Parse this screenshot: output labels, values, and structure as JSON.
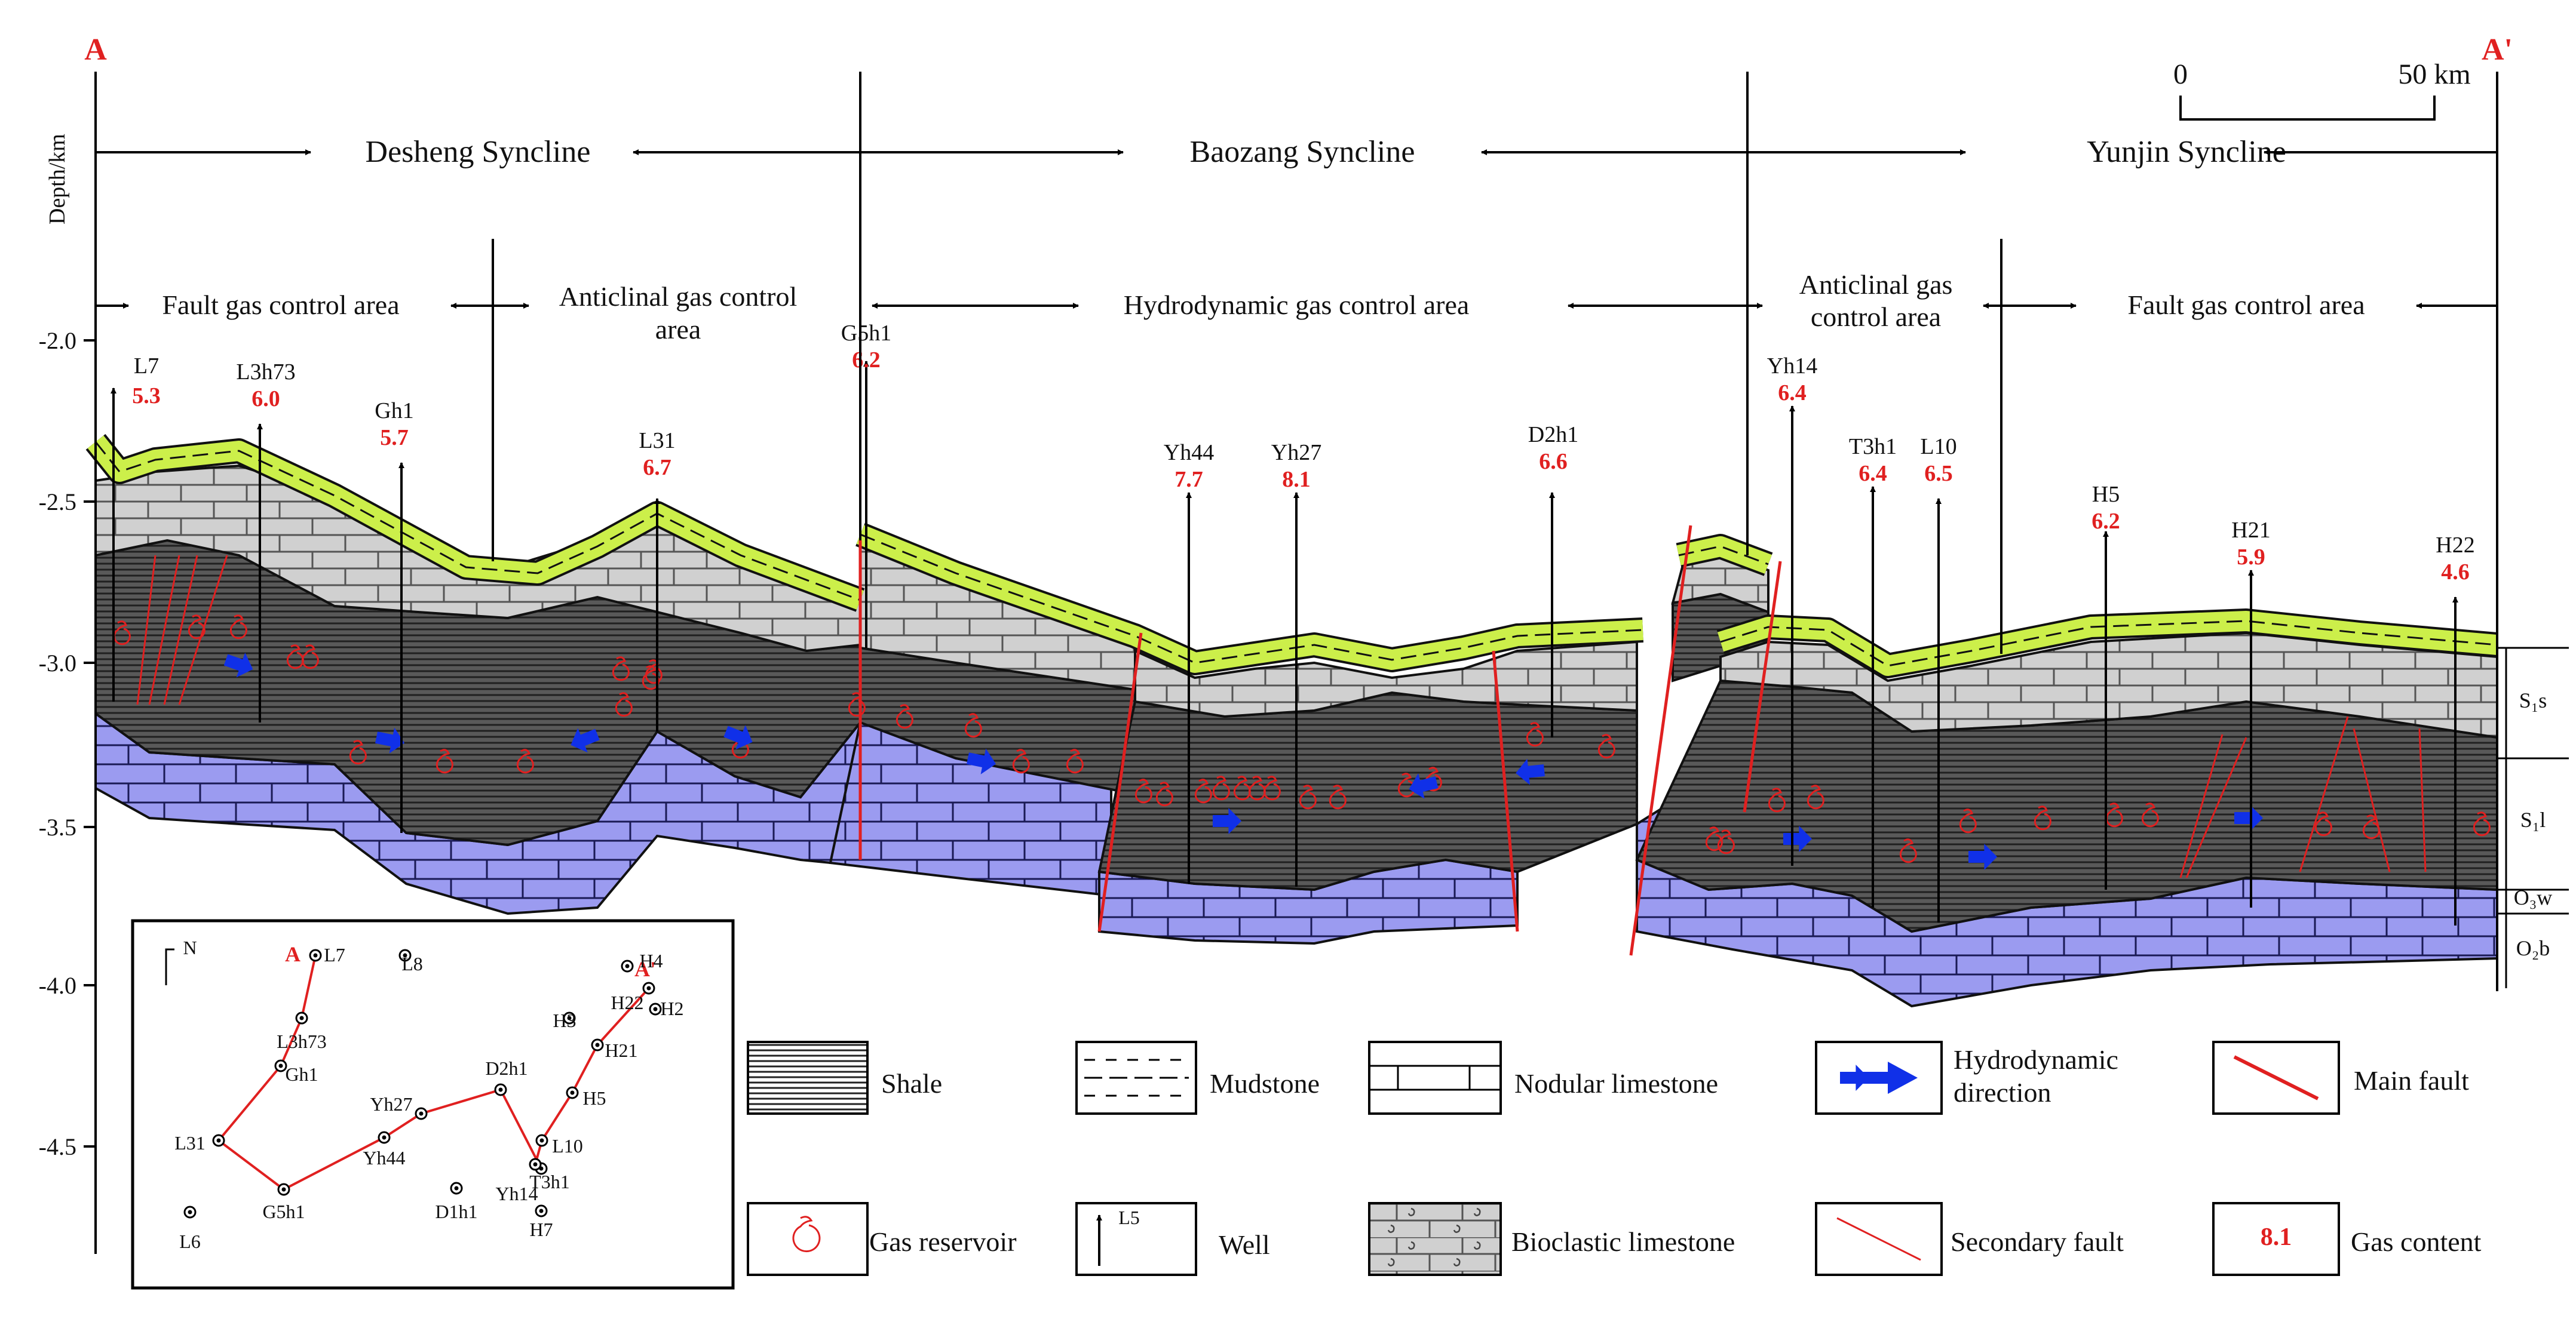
{
  "endpoints": {
    "start": "A",
    "end": "A'"
  },
  "scale": {
    "zero": "0",
    "max": "50 km"
  },
  "depth_axis": {
    "label": "Depth/km",
    "ticks": [
      "-2.0",
      "-2.5",
      "-3.0",
      "-3.5",
      "-4.0",
      "-4.5"
    ]
  },
  "synclines": [
    "Desheng Syncline",
    "Baozang Syncline",
    "Yunjin Syncline"
  ],
  "areas": [
    {
      "lines": [
        "Fault gas control area"
      ]
    },
    {
      "lines": [
        "Anticlinal gas control",
        "area"
      ]
    },
    {
      "lines": [
        "Hydrodynamic gas control area"
      ]
    },
    {
      "lines": [
        "Anticlinal gas",
        "control area"
      ]
    },
    {
      "lines": [
        "Fault gas control area"
      ]
    }
  ],
  "wells": [
    {
      "name": "L7",
      "gas": "5.3"
    },
    {
      "name": "L3h73",
      "gas": "6.0"
    },
    {
      "name": "Gh1",
      "gas": "5.7"
    },
    {
      "name": "L31",
      "gas": "6.7"
    },
    {
      "name": "G5h1",
      "gas": "6.2"
    },
    {
      "name": "Yh44",
      "gas": "7.7"
    },
    {
      "name": "Yh27",
      "gas": "8.1"
    },
    {
      "name": "D2h1",
      "gas": "6.6"
    },
    {
      "name": "Yh14",
      "gas": "6.4"
    },
    {
      "name": "T3h1",
      "gas": "6.4"
    },
    {
      "name": "L10",
      "gas": "6.5"
    },
    {
      "name": "H5",
      "gas": "6.2"
    },
    {
      "name": "H21",
      "gas": "5.9"
    },
    {
      "name": "H22",
      "gas": "4.6"
    }
  ],
  "formations": [
    "S₁s",
    "S₁l",
    "O₃w",
    "O₂b"
  ],
  "map": {
    "north": "N",
    "start_label": "A",
    "end_label": "A'",
    "wells": [
      {
        "name": "L7",
        "on_line": true
      },
      {
        "name": "L8",
        "on_line": false
      },
      {
        "name": "L3h73",
        "on_line": true
      },
      {
        "name": "Gh1",
        "on_line": true
      },
      {
        "name": "L31",
        "on_line": true
      },
      {
        "name": "G5h1",
        "on_line": true
      },
      {
        "name": "L6",
        "on_line": false
      },
      {
        "name": "Yh27",
        "on_line": true
      },
      {
        "name": "Yh44",
        "on_line": true
      },
      {
        "name": "D2h1",
        "on_line": true
      },
      {
        "name": "D1h1",
        "on_line": false
      },
      {
        "name": "Yh14",
        "on_line": true
      },
      {
        "name": "T3h1",
        "on_line": true
      },
      {
        "name": "L10",
        "on_line": true
      },
      {
        "name": "H7",
        "on_line": false
      },
      {
        "name": "H5",
        "on_line": true
      },
      {
        "name": "H21",
        "on_line": true
      },
      {
        "name": "H3",
        "on_line": false
      },
      {
        "name": "H22",
        "on_line": true
      },
      {
        "name": "H4",
        "on_line": false
      },
      {
        "name": "H2",
        "on_line": false
      }
    ]
  },
  "legend": {
    "shale": "Shale",
    "mudstone": "Mudstone",
    "nodular": "Nodular limestone",
    "hydro": [
      "Hydrodynamic",
      "direction"
    ],
    "main_fault": "Main fault",
    "gas_reservoir": "Gas reservoir",
    "well": "Well",
    "well_example": "L5",
    "bioclastic": "Bioclastic limestone",
    "secondary_fault": "Secondary fault",
    "gas_content": "Gas content",
    "gas_example": "8.1"
  },
  "colors": {
    "mudstone_band": "#ccef4a",
    "limestone": "#d0d0d0",
    "shale": "#595959",
    "basement": "#9b9bf0",
    "fault": "#e02020",
    "arrow": "#1030e8",
    "gas_text": "#e02020"
  }
}
